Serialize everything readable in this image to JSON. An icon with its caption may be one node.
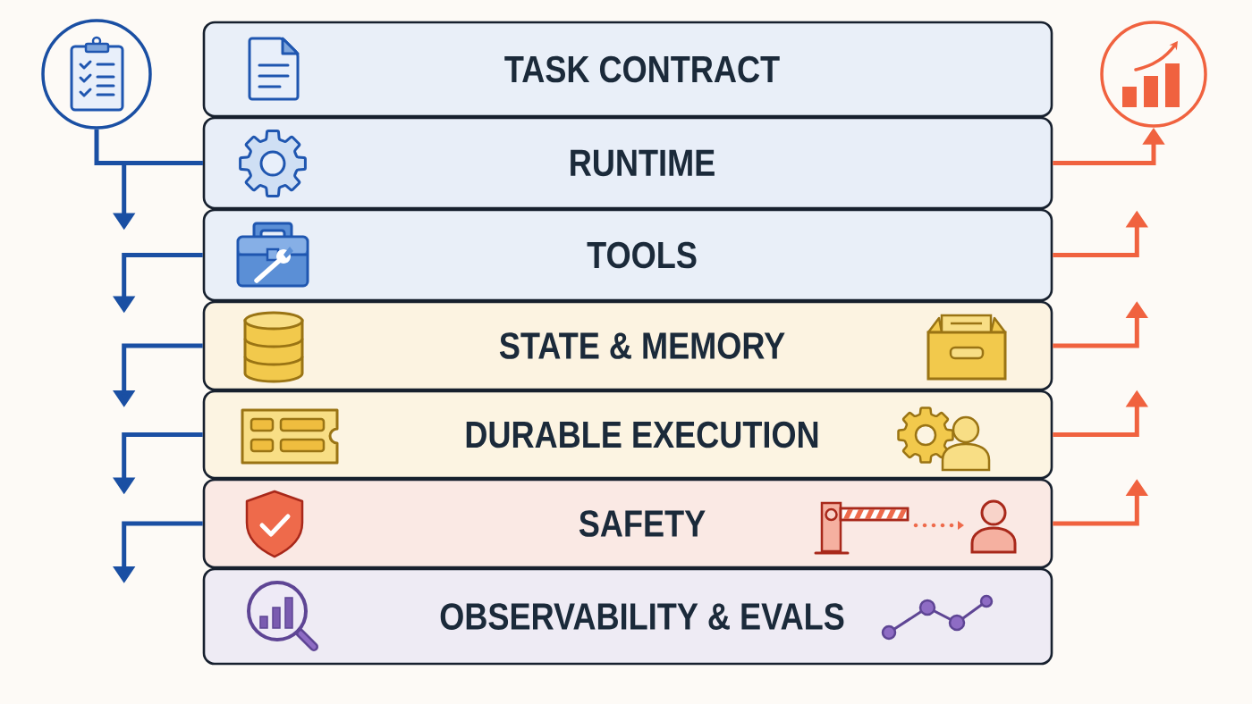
{
  "diagram": {
    "nodes": [
      {
        "text": [
          "TASK CONTRACT"
        ]
      },
      {
        "text": [
          "RUNTIME"
        ]
      },
      {
        "text": [
          "TOOLS"
        ]
      },
      {
        "text": [
          "STATE & MEMORY"
        ]
      },
      {
        "text": [
          "DURABLE EXECUTION"
        ]
      },
      {
        "text": [
          "SAFETY"
        ]
      },
      {
        "text": [
          "OBSERVABILITY & EVALS"
        ]
      },
      {
        "text": [],
        "shape": "circle"
      },
      {
        "text": [],
        "shape": "circle"
      }
    ],
    "edges": [
      {
        "from": 7,
        "to": 1,
        "arrow": "none"
      },
      {
        "from": 1,
        "to": null,
        "arrow": "to"
      },
      {
        "from": 2,
        "to": null,
        "arrow": "to"
      },
      {
        "from": 3,
        "to": null,
        "arrow": "to"
      },
      {
        "from": 4,
        "to": null,
        "arrow": "to"
      },
      {
        "from": 5,
        "to": null,
        "arrow": "to"
      },
      {
        "from": 1,
        "to": 8,
        "arrow": "to",
        "color": "#f0623f"
      },
      {
        "from": 2,
        "to": null,
        "arrow": "to",
        "color": "#f0623f"
      },
      {
        "from": 3,
        "to": null,
        "arrow": "to",
        "color": "#f0623f"
      },
      {
        "from": 4,
        "to": null,
        "arrow": "to",
        "color": "#f0623f"
      },
      {
        "from": 5,
        "to": null,
        "arrow": "to",
        "color": "#f0623f"
      }
    ]
  }
}
